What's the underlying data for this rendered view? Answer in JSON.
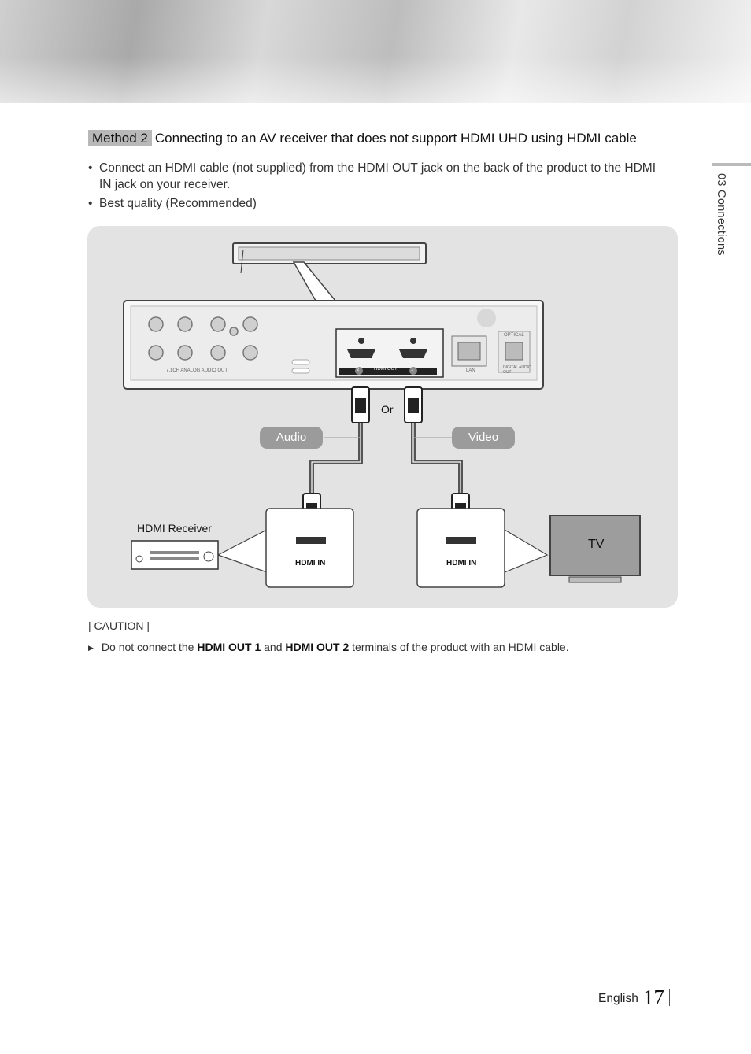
{
  "heading": {
    "tag": "Method 2",
    "title": "Connecting to an AV receiver that does not support HDMI UHD using HDMI cable"
  },
  "bullets": [
    "Connect an HDMI cable (not supplied) from the HDMI OUT jack on the back of the product to the HDMI IN jack on your receiver.",
    "Best quality (Recommended)"
  ],
  "side_label": "03   Connections",
  "diagram": {
    "or_label": "Or",
    "audio_label": "Audio",
    "video_label": "Video",
    "hdmi_receiver_label": "HDMI Receiver",
    "hdmi_in_label": "HDMI IN",
    "tv_label": "TV",
    "hdmi_out_label": "HDMI OUT",
    "lan_label": "LAN",
    "optical_label": "OPTICAL",
    "digital_audio_out_label": "DIGITAL AUDIO OUT",
    "analog_out_label": "7.1CH ANALOG AUDIO OUT",
    "port_2": "2",
    "port_1": "1"
  },
  "caution": {
    "title": "| CAUTION |",
    "pre": "Do not connect the ",
    "term1": "HDMI OUT 1",
    "mid": " and ",
    "term2": "HDMI OUT 2",
    "post": " terminals of the product with an HDMI cable."
  },
  "footer": {
    "language": "English",
    "page_number": "17"
  }
}
